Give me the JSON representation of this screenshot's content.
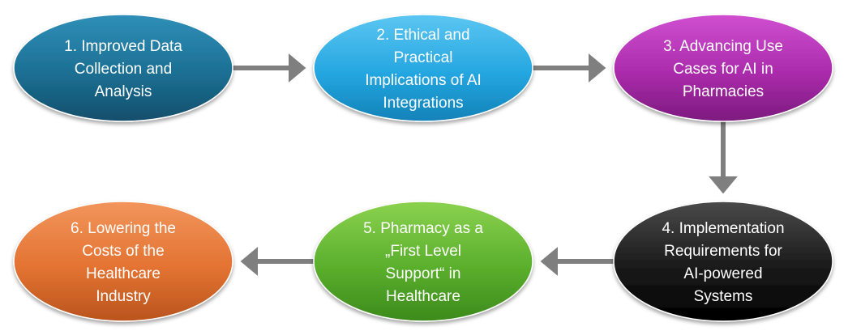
{
  "nodes": [
    {
      "id": 1,
      "lines": [
        "1. Improved Data",
        "Collection and",
        "Analysis"
      ],
      "color": "blue-dark"
    },
    {
      "id": 2,
      "lines": [
        "2. Ethical and",
        "Practical",
        "Implications of AI",
        "Integrations"
      ],
      "color": "blue-light"
    },
    {
      "id": 3,
      "lines": [
        "3. Advancing Use",
        "Cases for AI in",
        "Pharmacies"
      ],
      "color": "purple"
    },
    {
      "id": 4,
      "lines": [
        "4. Implementation",
        "Requirements for",
        "AI-powered",
        "Systems"
      ],
      "color": "black"
    },
    {
      "id": 5,
      "lines": [
        "5. Pharmacy as a",
        "„First Level",
        "Support“ in",
        "Healthcare"
      ],
      "color": "green"
    },
    {
      "id": 6,
      "lines": [
        "6. Lowering the",
        "Costs of the",
        "Healthcare",
        "Industry"
      ],
      "color": "orange"
    }
  ],
  "arrows": [
    {
      "from": 1,
      "to": 2
    },
    {
      "from": 2,
      "to": 3
    },
    {
      "from": 3,
      "to": 4
    },
    {
      "from": 4,
      "to": 5
    },
    {
      "from": 5,
      "to": 6
    }
  ],
  "colors": {
    "blue-dark": {
      "top": "#2f8fb8",
      "mid": "#1c6f93",
      "bottom": "#124e6b"
    },
    "blue-light": {
      "top": "#5cc6f2",
      "mid": "#24a6e0",
      "bottom": "#1282b8"
    },
    "purple": {
      "top": "#cf4fd0",
      "mid": "#aa2bab",
      "bottom": "#7c1a7e"
    },
    "black": {
      "top": "#4a4a4a",
      "mid": "#1a1a1a",
      "bottom": "#000000"
    },
    "green": {
      "top": "#8ad24f",
      "mid": "#5aaf2c",
      "bottom": "#3c8a1c"
    },
    "orange": {
      "top": "#f2955c",
      "mid": "#e37332",
      "bottom": "#b9541d"
    },
    "arrow": "#7f7f7f"
  }
}
